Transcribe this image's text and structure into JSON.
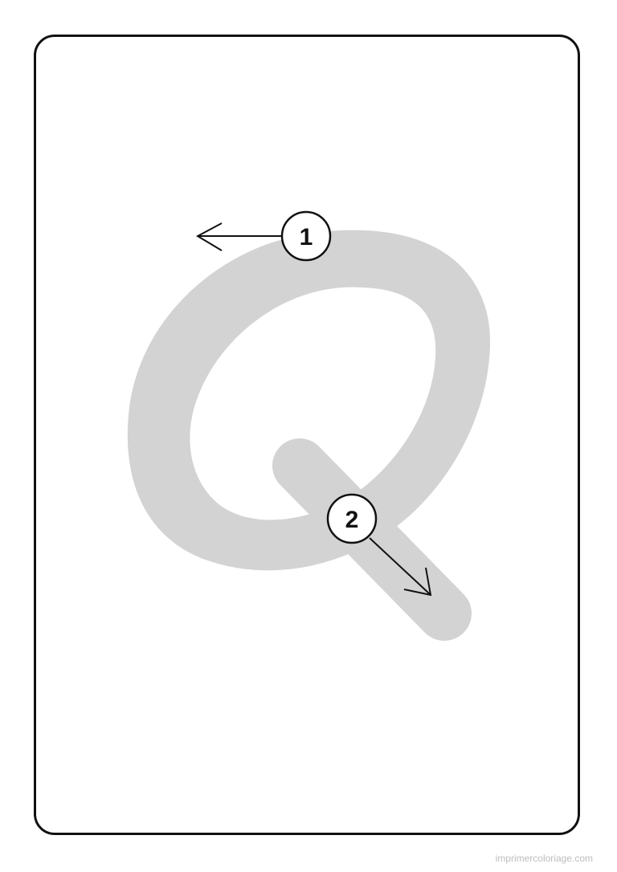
{
  "colors": {
    "page_background": "#ffffff",
    "card_border": "#111111",
    "letter_fill": "#d3d3d3",
    "stroke_ink": "#111111",
    "watermark_text": "#bdbdbd"
  },
  "letter": {
    "glyph": "Q",
    "icon": "letter-q-tracing-shape"
  },
  "steps": [
    {
      "number": "1",
      "arrow_icon": "arrow-left-icon"
    },
    {
      "number": "2",
      "arrow_icon": "arrow-down-right-icon"
    }
  ],
  "watermark": {
    "text": "imprimercoloriage.com"
  }
}
